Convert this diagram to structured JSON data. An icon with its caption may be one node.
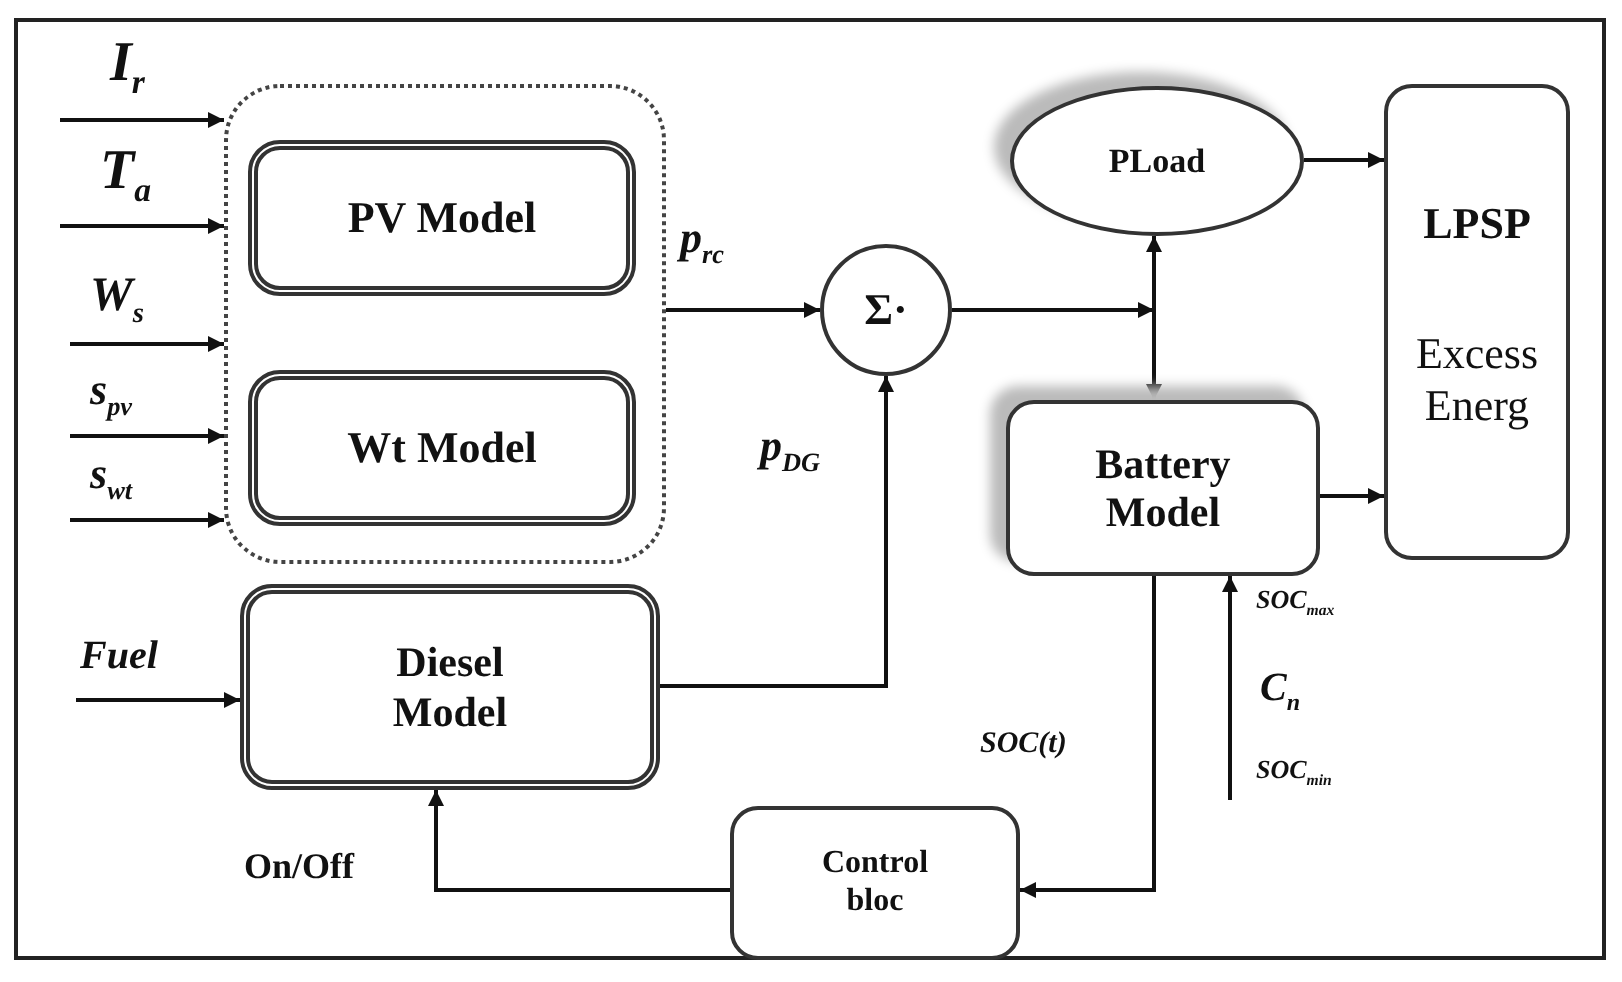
{
  "diagram": {
    "nodes": [
      {
        "text": [],
        "shape": "box"
      },
      {
        "text": [
          "PV Model"
        ],
        "in": 0
      },
      {
        "text": [
          "Wt Model"
        ],
        "in": 0
      },
      {
        "text": [
          "Diesel Model"
        ]
      },
      {
        "text": [
          "Σ·"
        ]
      },
      {
        "text": [
          "PLoad"
        ]
      },
      {
        "text": [
          "Battery Model"
        ]
      },
      {
        "text": [
          "LPSP",
          "Excess Energ"
        ]
      },
      {
        "text": [
          "Control bloc"
        ]
      }
    ],
    "edges": [
      {
        "from": null,
        "to": 0,
        "arrow": "to",
        "label": "I$_{r}$"
      },
      {
        "from": null,
        "to": 0,
        "arrow": "to",
        "label": "T$_{a}$"
      },
      {
        "from": null,
        "to": 0,
        "arrow": "to",
        "label": "W$_{s}$"
      },
      {
        "from": null,
        "to": 0,
        "arrow": "to",
        "label": "s$_{pv}$"
      },
      {
        "from": null,
        "to": 0,
        "arrow": "to",
        "label": "s$_{wt}$"
      },
      {
        "from": null,
        "to": 3,
        "arrow": "to",
        "label": "Fuel"
      },
      {
        "from": 0,
        "to": 4,
        "arrow": "to",
        "label": "p$_{rc}$"
      },
      {
        "from": 3,
        "to": 4,
        "arrow": "to",
        "label": "p$_{DG}$"
      },
      {
        "from": 4,
        "to": 5,
        "arrow": "to"
      },
      {
        "from": 4,
        "to": 6,
        "arrow": "to"
      },
      {
        "from": 5,
        "to": 7,
        "arrow": "to"
      },
      {
        "from": 6,
        "to": 7,
        "arrow": "to"
      },
      {
        "from": 6,
        "to": 8,
        "arrow": "to",
        "label": "SOC(t)"
      },
      {
        "from": 8,
        "to": 3,
        "arrow": "to",
        "label": "On/Off"
      },
      {
        "from": null,
        "to": 6,
        "arrow": "to",
        "label": "SOC$_{max}$"
      }
    ],
    "labels": [
      "C$_{n}$",
      "SOC$_{min}$"
    ]
  }
}
